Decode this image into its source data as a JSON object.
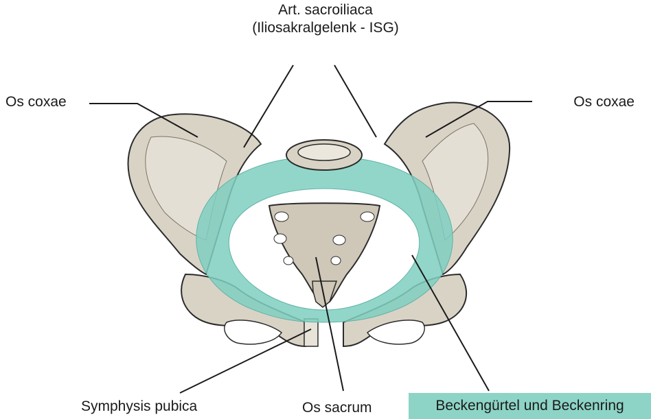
{
  "labels": {
    "joint_line1": "Art. sacroiliaca",
    "joint_line2": "(Iliosakralgelenk - ISG)",
    "hip_bone_left": "Os coxae",
    "hip_bone_right": "Os coxae",
    "pubic_symphysis": "Symphysis pubica",
    "sacrum": "Os sacrum",
    "pelvic_ring": "Beckengürtel und Beckenring"
  },
  "colors": {
    "bone": "#d9d3c6",
    "bone_shadow": "#c2b9a8",
    "outline": "#2b2b2b",
    "ring_highlight": "#7fcfc1",
    "label_box": "#8dd4c7",
    "leader_line": "#1a1a1a"
  }
}
